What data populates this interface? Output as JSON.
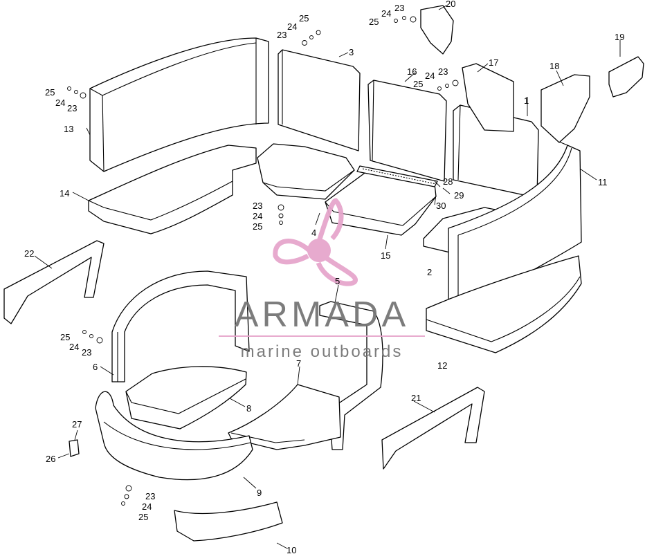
{
  "watermark": {
    "brand": "ARMADA",
    "tagline": "marine outboards",
    "brand_color": "#767676",
    "logo_color": "#e6a6cc",
    "rule_color": "#e6a6cc"
  },
  "callouts": {
    "c1": "1",
    "c2": "2",
    "c3": "3",
    "c4": "4",
    "c5": "5",
    "c6": "6",
    "c7": "7",
    "c8": "8",
    "c9": "9",
    "c10": "10",
    "c11": "11",
    "c12": "12",
    "c13": "13",
    "c14": "14",
    "c15": "15",
    "c16": "16",
    "c17": "17",
    "c18": "18",
    "c19": "19",
    "c20": "20",
    "c21": "21",
    "c22": "22",
    "c23": "23",
    "c24": "24",
    "c25": "25",
    "c26": "26",
    "c27": "27",
    "c28": "28",
    "c29": "29",
    "c30": "30"
  }
}
